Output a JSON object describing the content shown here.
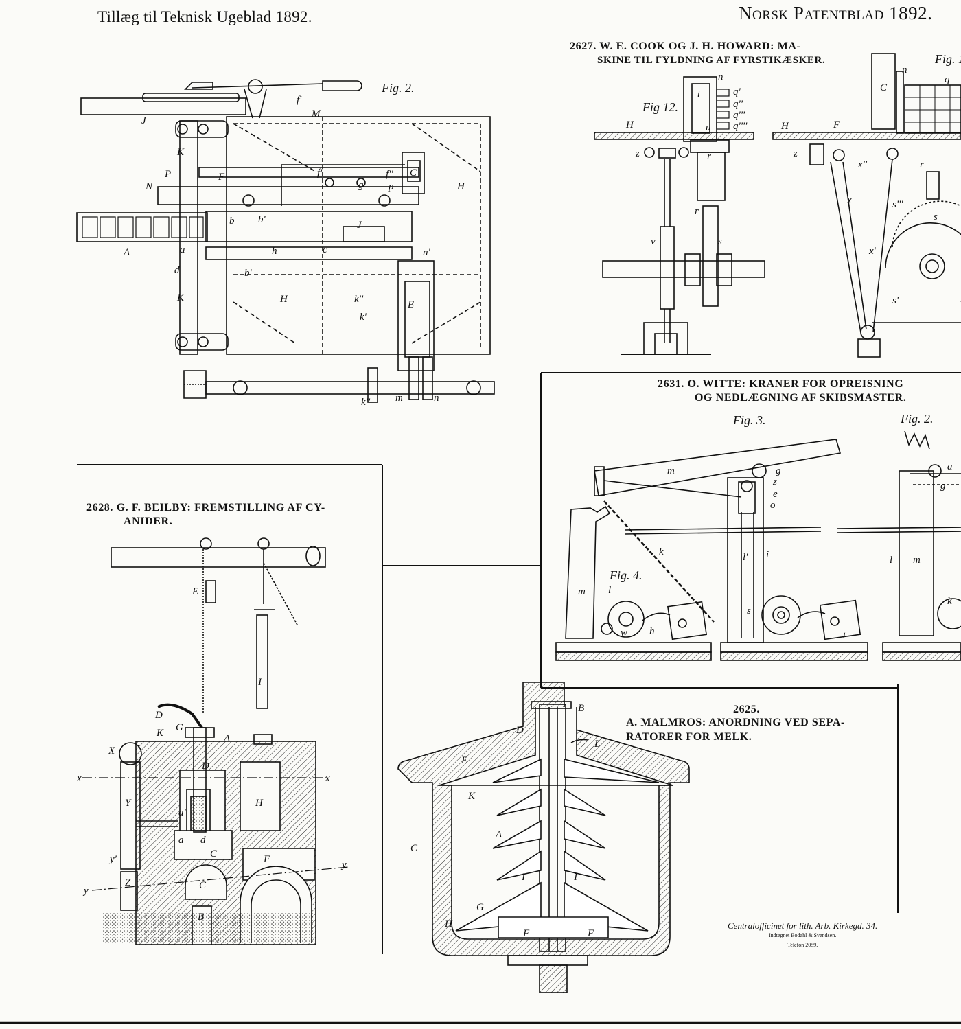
{
  "header": {
    "left": "Tillæg til Teknisk Ugeblad 1892.",
    "right": "Norsk Patentblad 1892."
  },
  "patents": [
    {
      "id": "2627",
      "line1": "2627.  W. E. COOK OG J. H. HOWARD:  MA-",
      "line2": "SKINE TIL FYLDNING AF FYRSTIKÆSKER.",
      "figures": [
        "Fig. 2.",
        "Fig 12.",
        "Fig. 1"
      ]
    },
    {
      "id": "2628",
      "line1": "2628.  G. F. BEILBY:  FREMSTILLING AF CY-",
      "line2": "ANIDER."
    },
    {
      "id": "2631",
      "line1": "2631.  O. WITTE:  KRANER FOR OPREISNING",
      "line2": "OG NEDLÆGNING AF SKIBSMASTER.",
      "figures": [
        "Fig. 3.",
        "Fig. 2.",
        "Fig. 4."
      ]
    },
    {
      "id": "2625",
      "number": "2625.",
      "line1": "A. MALMROS:  ANORDNING VED SEPA-",
      "line2": "RATORER FOR MELK."
    }
  ],
  "imprint": {
    "line1": "Centralofficinet for lith. Arb. Kirkegd. 34.",
    "line2": "Indtegnet Bodahl & Svendsen.",
    "line3": "Telefon 2059."
  },
  "labels": {
    "fig2": [
      "J",
      "f'",
      "M",
      "K",
      "P",
      "N",
      "F",
      "f'",
      "f''",
      "C",
      "H",
      "g",
      "p",
      "A",
      "b",
      "b'",
      "a",
      "J",
      "h",
      "c",
      "n'",
      "d",
      "b'",
      "K",
      "H",
      "k''",
      "k'",
      "E",
      "k''",
      "m",
      "n"
    ],
    "fig12": [
      "n",
      "t",
      "q'",
      "q''",
      "q'''",
      "q''''",
      "u",
      "H",
      "z",
      "r",
      "r",
      "v",
      "s"
    ],
    "fig1": [
      "n",
      "C",
      "q",
      "H",
      "F",
      "z",
      "x''",
      "r",
      "x",
      "s'''",
      "x'",
      "s",
      "s'"
    ],
    "beilby": [
      "E",
      "I",
      "D",
      "K",
      "G",
      "A",
      "X",
      "x",
      "x",
      "D",
      "H",
      "Y",
      "a'",
      "a",
      "d",
      "C",
      "F",
      "y'",
      "y",
      "Z",
      "y",
      "C",
      "B"
    ],
    "witte": [
      "m",
      "g",
      "z",
      "e",
      "o",
      "k",
      "i",
      "l'",
      "l",
      "m",
      "h",
      "w",
      "t",
      "s",
      "a",
      "g",
      "l",
      "m",
      "k"
    ],
    "malmros": [
      "B",
      "D",
      "L",
      "E",
      "K",
      "C",
      "A",
      "I",
      "I",
      "G",
      "H",
      "F",
      "F"
    ]
  }
}
